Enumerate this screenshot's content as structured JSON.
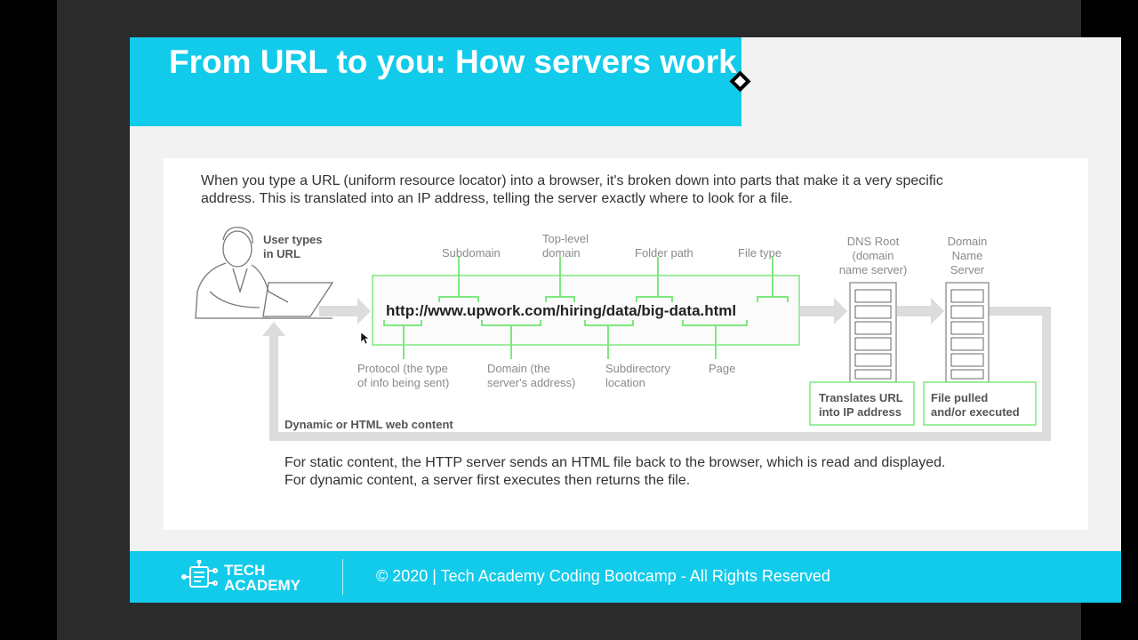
{
  "slide": {
    "title": "From URL to you: How servers work",
    "intro": "When you type a URL (uniform resource locator) into a browser, it's broken down into parts that make it a very specific address. This is translated into an IP address, telling the server exactly where to look for a file.",
    "outro": "For static content, the HTTP server sends an HTML file back to the browser, which is read and displayed. For dynamic content, a server first executes then returns the file."
  },
  "diagram": {
    "user_label": [
      "User types",
      "in URL"
    ],
    "url": "http://www.upwork.com/hiring/data/big-data.html",
    "top_labels": {
      "subdomain": "Subdomain",
      "tld": [
        "Top-level",
        "domain"
      ],
      "folder": "Folder path",
      "filetype": "File type"
    },
    "bottom_labels": {
      "protocol": [
        "Protocol (the type",
        "of info being sent)"
      ],
      "domain": [
        "Domain (the",
        "server's address)"
      ],
      "subdirectory": [
        "Subdirectory",
        "location"
      ],
      "page": "Page"
    },
    "dns_root": [
      "DNS Root",
      "(domain",
      "name server)"
    ],
    "domain_server": [
      "Domain",
      "Name",
      "Server"
    ],
    "translate_box": [
      "Translates URL",
      "into IP address"
    ],
    "file_box": [
      "File pulled",
      "and/or executed"
    ],
    "return_label": "Dynamic or HTML web content"
  },
  "footer": {
    "logo_line1": "TECH",
    "logo_line2": "ACADEMY",
    "copyright": "© 2020 | Tech Academy Coding Bootcamp - All Rights Reserved"
  },
  "colors": {
    "accent": "#12cbea",
    "green": "#7ee87e",
    "arrow_gray": "#dcdcdc"
  }
}
